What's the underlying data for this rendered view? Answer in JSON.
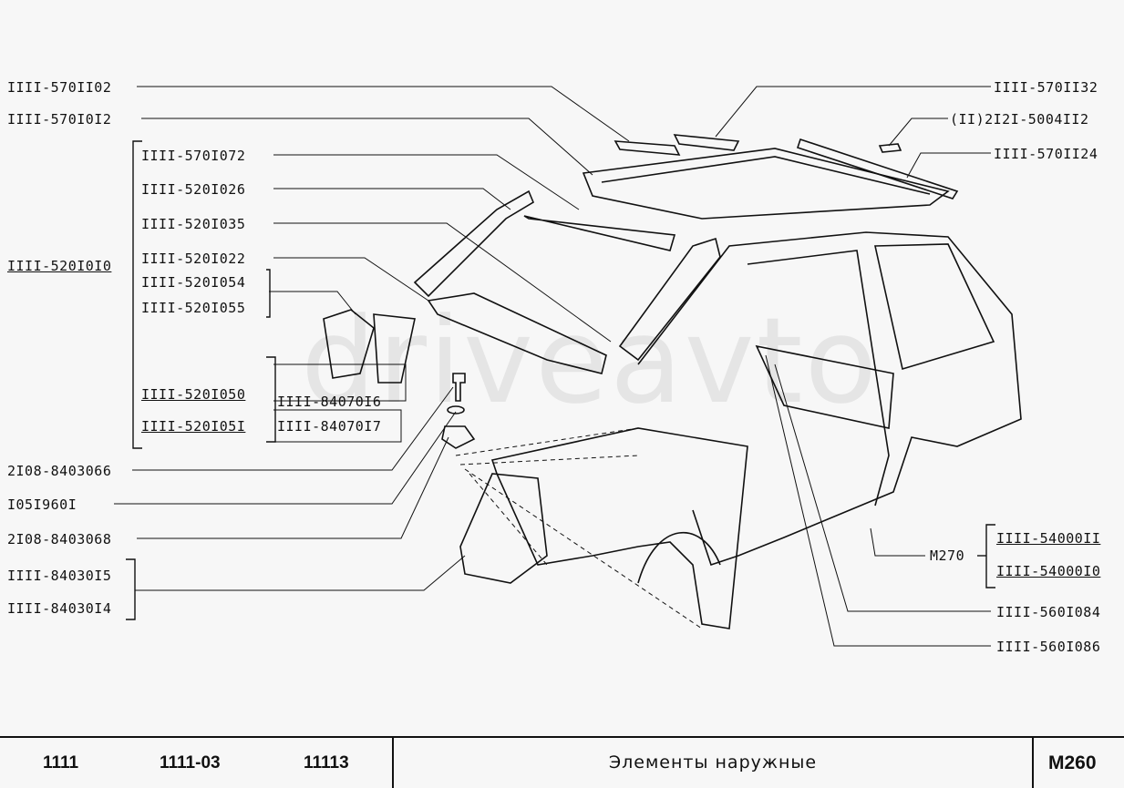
{
  "watermark": "driveavto",
  "labels": {
    "l1": "IIII-570II02",
    "l2": "IIII-570I0I2",
    "l3": "IIII-570I072",
    "l4": "IIII-520I026",
    "l5": "IIII-520I035",
    "l6": "IIII-520I0I0",
    "l7": "IIII-520I022",
    "l8": "IIII-520I054",
    "l9": "IIII-520I055",
    "l10": "IIII-520I050",
    "l11": "IIII-520I05I",
    "l12": "IIII-84070I6",
    "l13": "IIII-84070I7",
    "l14": "2I08-8403066",
    "l15": "I05I960I",
    "l16": "2I08-8403068",
    "l17": "IIII-84030I5",
    "l18": "IIII-84030I4",
    "r1": "IIII-570II32",
    "r2": "(II)2I2I-5004II2",
    "r3": "IIII-570II24",
    "r4": "M270",
    "r5": "IIII-54000II",
    "r6": "IIII-54000I0",
    "r7": "IIII-560I084",
    "r8": "IIII-560I086"
  },
  "footer": {
    "model1": "1111",
    "model2": "1111-03",
    "model3": "11113",
    "title": "Элементы наружные",
    "code": "M260"
  }
}
